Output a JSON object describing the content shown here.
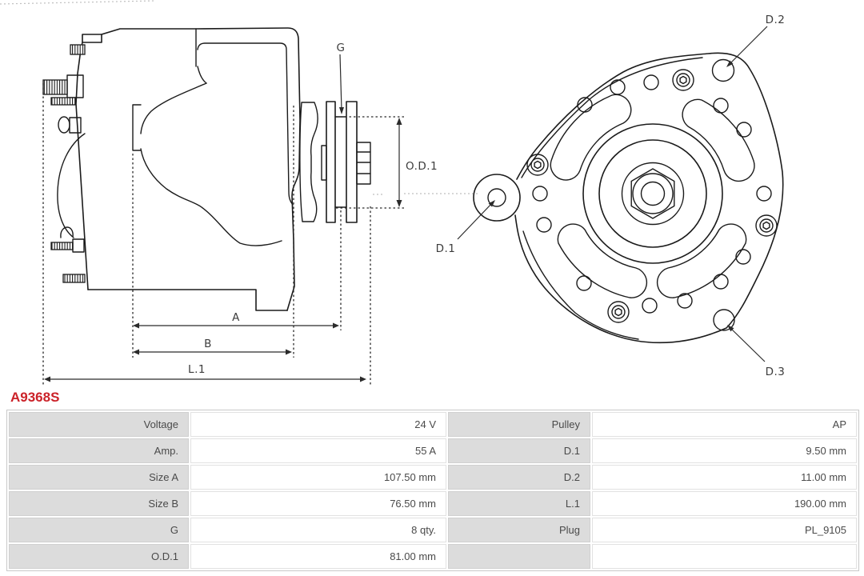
{
  "part_number": "A9368S",
  "colors": {
    "part_number_red": "#cb2229",
    "drawing_line": "#1b1b1b",
    "table_label_bg": "#dcdcdc",
    "table_border": "#c9c9c9",
    "table_text": "#4a4a4a"
  },
  "drawings": {
    "side_view": {
      "name": "alternator-side-view",
      "dim_labels": {
        "g": "G",
        "od1": "O.D.1",
        "a": "A",
        "b": "B",
        "l1": "L.1"
      }
    },
    "front_view": {
      "name": "alternator-front-view",
      "dim_labels": {
        "d1": "D.1",
        "d2": "D.2",
        "d3": "D.3"
      }
    }
  },
  "specs": {
    "rows": [
      {
        "label_left": "Voltage",
        "value_left": "24 V",
        "label_right": "Pulley",
        "value_right": "AP"
      },
      {
        "label_left": "Amp.",
        "value_left": "55 A",
        "label_right": "D.1",
        "value_right": "9.50 mm"
      },
      {
        "label_left": "Size A",
        "value_left": "107.50 mm",
        "label_right": "D.2",
        "value_right": "11.00 mm"
      },
      {
        "label_left": "Size B",
        "value_left": "76.50 mm",
        "label_right": "L.1",
        "value_right": "190.00 mm"
      },
      {
        "label_left": "G",
        "value_left": "8 qty.",
        "label_right": "Plug",
        "value_right": "PL_9105"
      },
      {
        "label_left": "O.D.1",
        "value_left": "81.00 mm",
        "label_right": "",
        "value_right": ""
      }
    ]
  }
}
